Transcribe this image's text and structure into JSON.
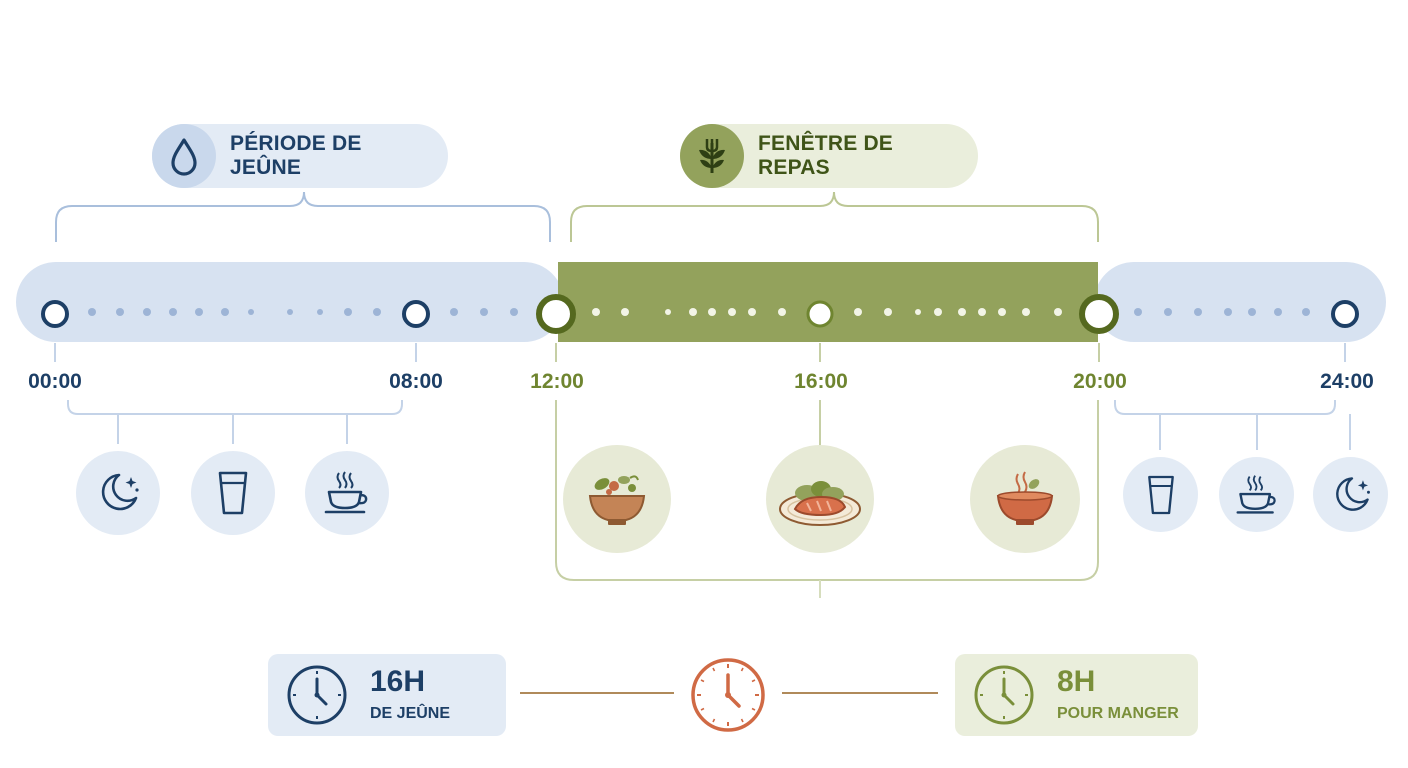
{
  "fasting": {
    "label": "PÉRIODE DE JEÛNE",
    "icon": "water-drop-icon",
    "color": "#1d3f66",
    "light_color": "#d7e2f1"
  },
  "eating": {
    "label": "FENÊTRE DE REPAS",
    "icon": "plant-fork-icon",
    "color": "#6f8530",
    "bar_color": "#93a25c"
  },
  "timeline": {
    "times": [
      "00:00",
      "08:00",
      "12:00",
      "16:00",
      "20:00",
      "24:00"
    ]
  },
  "fasting_icons_morning": [
    "moon-stars-icon",
    "water-glass-icon",
    "coffee-cup-icon"
  ],
  "meal_icons": [
    "salad-bowl-icon",
    "salmon-plate-icon",
    "soup-bowl-icon"
  ],
  "fasting_icons_evening": [
    "water-glass-icon",
    "coffee-cup-icon",
    "moon-stars-icon"
  ],
  "summary": {
    "fasting_hours": "16H",
    "fasting_caption": "DE JEÛNE",
    "eating_hours": "8H",
    "eating_caption": "POUR MANGER",
    "center_icon": "clock-icon",
    "center_color": "#d06a45"
  }
}
